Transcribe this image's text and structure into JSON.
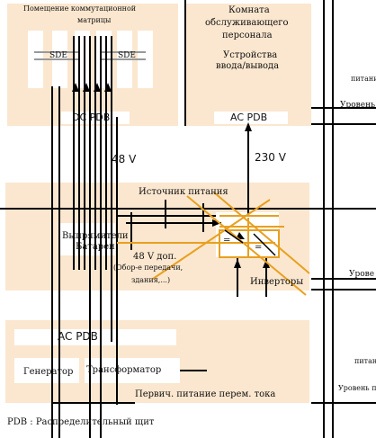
{
  "top_zone": {
    "matrix_room_line1": "Помещение коммутационной",
    "matrix_room_line2": "матрицы",
    "sde_left": "SDE",
    "sde_right": "SDE",
    "dc_pdb": "DC PDB",
    "staff_room_line1": "Комната",
    "staff_room_line2": "обслуживающего",
    "staff_room_line3": "персонала",
    "io_devices_line1": "Устройства",
    "io_devices_line2": "ввода/вывода",
    "ac_pdb": "AC PDB"
  },
  "voltages": {
    "v48": "48 V",
    "v230": "230 V"
  },
  "middle_zone": {
    "power_source": "Источник питания",
    "rectifiers": "Выпрямители",
    "batteries": "Батареи",
    "extra_48v": "48 V доп.",
    "equipment_line1": "(Обор-е передачи,",
    "equipment_line2": "здания,...)",
    "inverters": "Инверторы",
    "eq_sign_left": "=",
    "eq_sign_right": "="
  },
  "bottom_zone": {
    "ac_pdb": "AC PDB",
    "generator": "Генератор",
    "transformer": "Трансформатор",
    "primary_ac": "Первич. питание перем. тока"
  },
  "right_edge": {
    "label1": "питани",
    "label2": "Уровень",
    "label3": "Урове",
    "label4": "питан",
    "label5": "Уровень п"
  },
  "legend": "PDB : Распределительный щит",
  "colors": {
    "zone_fill": "#fbe7cf",
    "orange": "#e8a020",
    "wire": "#000000"
  }
}
